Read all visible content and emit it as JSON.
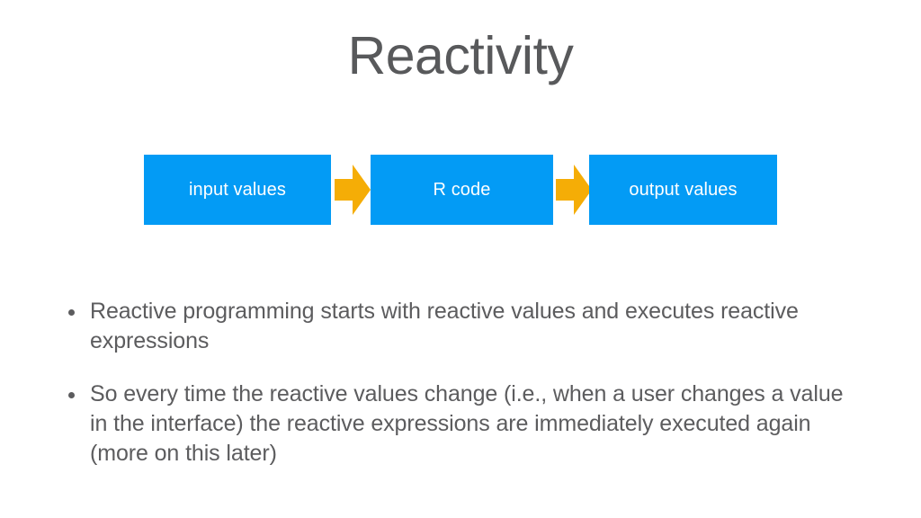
{
  "slide": {
    "title": "Reactivity",
    "title_color": "#58595b",
    "background_color": "#ffffff"
  },
  "diagram": {
    "type": "flow",
    "box_color": "#039bf5",
    "box_label_color": "#ffffff",
    "arrow_color": "#f5ad06",
    "boxes": [
      {
        "label": "input values"
      },
      {
        "label": "R code"
      },
      {
        "label": "output values"
      }
    ],
    "arrows": [
      {
        "name": "arrow-right-1"
      },
      {
        "name": "arrow-right-2"
      }
    ]
  },
  "bullets": {
    "text_color": "#5c5c5e",
    "items": [
      {
        "text": "Reactive programming starts with reactive values and executes reactive expressions"
      },
      {
        "text": "So every time the reactive values change (i.e., when a user changes a value in the interface) the reactive expressions are immediately executed again (more on this later)"
      }
    ]
  }
}
